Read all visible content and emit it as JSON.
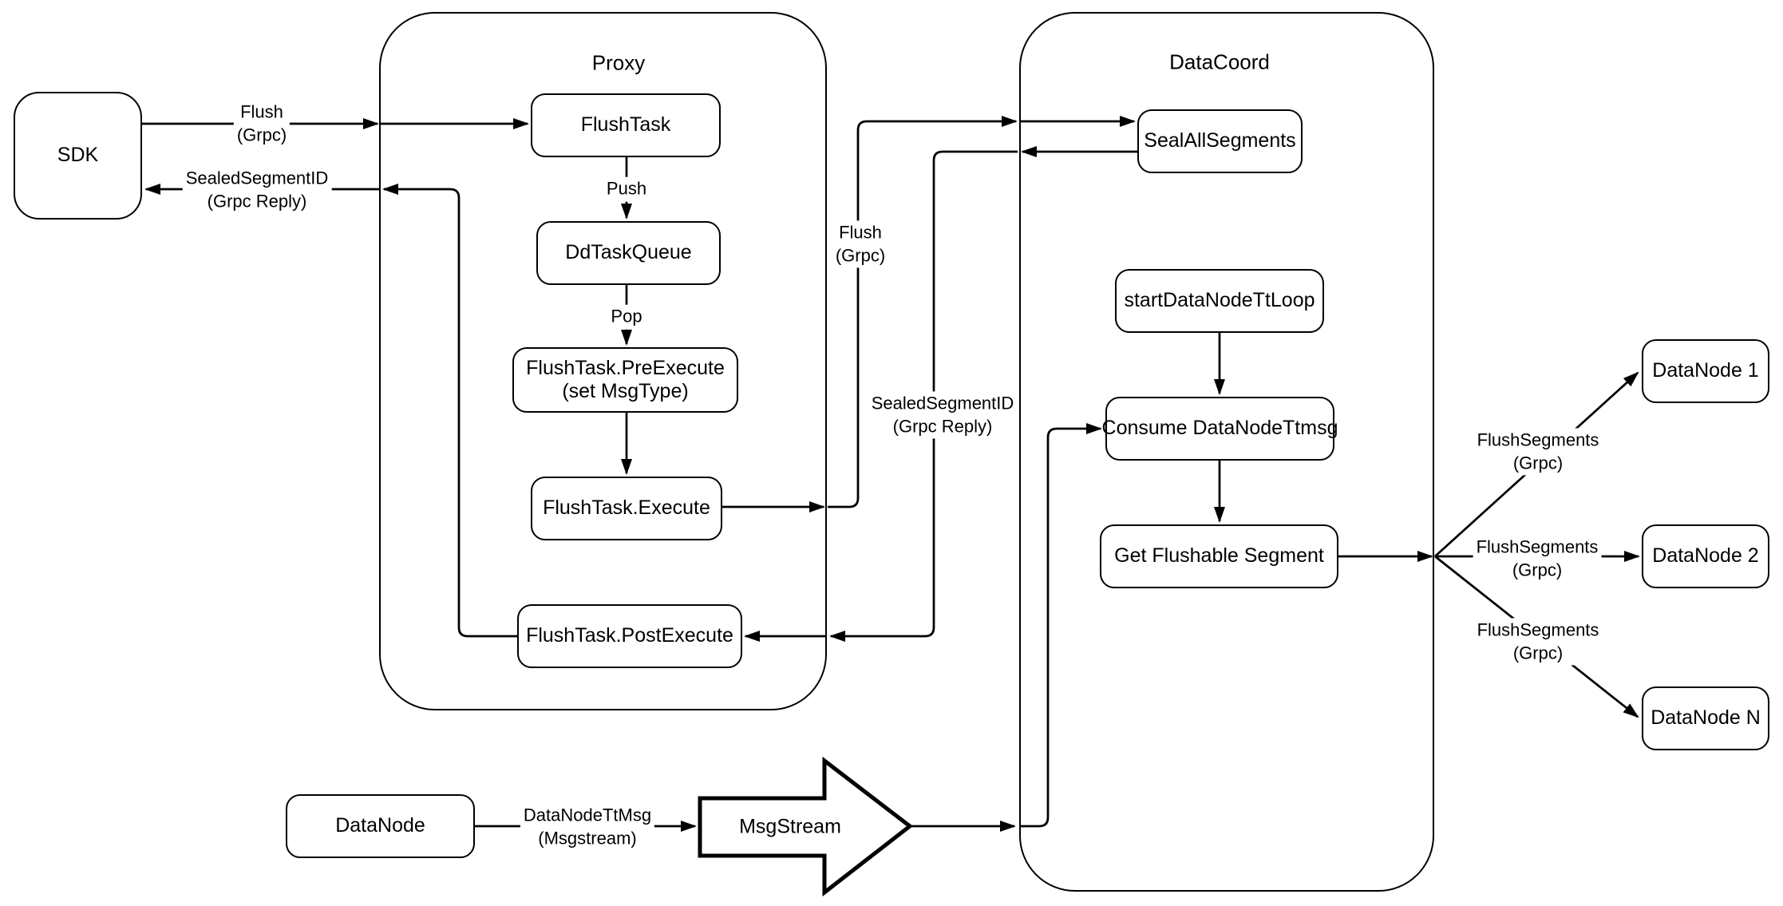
{
  "diagram": {
    "background_color": "#ffffff",
    "line_color": "#000000",
    "containers": {
      "proxy": {
        "title": "Proxy"
      },
      "datacoord": {
        "title": "DataCoord"
      }
    },
    "nodes": {
      "sdk": {
        "label": "SDK"
      },
      "flushtask": {
        "label": "FlushTask"
      },
      "ddtaskqueue": {
        "label": "DdTaskQueue"
      },
      "preexecute": {
        "line1": "FlushTask.PreExecute",
        "line2": "(set MsgType)"
      },
      "execute": {
        "label": "FlushTask.Execute"
      },
      "postexecute": {
        "label": "FlushTask.PostExecute"
      },
      "sealallsegments": {
        "label": "SealAllSegments"
      },
      "startdatanodettloop": {
        "label": "startDataNodeTtLoop"
      },
      "consumedatanodettmsg": {
        "label": "Consume DataNodeTtmsg"
      },
      "getflushablesegment": {
        "label": "Get Flushable Segment"
      },
      "datanode1": {
        "label": "DataNode 1"
      },
      "datanode2": {
        "label": "DataNode 2"
      },
      "datanoden": {
        "label": "DataNode N"
      },
      "datanode_source": {
        "label": "DataNode"
      },
      "msgstream": {
        "label": "MsgStream"
      }
    },
    "edge_labels": {
      "flush_sdk_proxy": {
        "line1": "Flush",
        "line2": "(Grpc)"
      },
      "sealed_proxy_sdk": {
        "line1": "SealedSegmentID",
        "line2": "(Grpc Reply)"
      },
      "push": {
        "label": "Push"
      },
      "pop": {
        "label": "Pop"
      },
      "flush_proxy_datacoord": {
        "line1": "Flush",
        "line2": "(Grpc)"
      },
      "sealed_datacoord_proxy": {
        "line1": "SealedSegmentID",
        "line2": "(Grpc Reply)"
      },
      "flushsegments_dn1": {
        "line1": "FlushSegments",
        "line2": "(Grpc)"
      },
      "flushsegments_dn2": {
        "line1": "FlushSegments",
        "line2": "(Grpc)"
      },
      "flushsegments_dnn": {
        "line1": "FlushSegments",
        "line2": "(Grpc)"
      },
      "datanodettmsg": {
        "line1": "DataNodeTtMsg",
        "line2": "(Msgstream)"
      }
    }
  }
}
